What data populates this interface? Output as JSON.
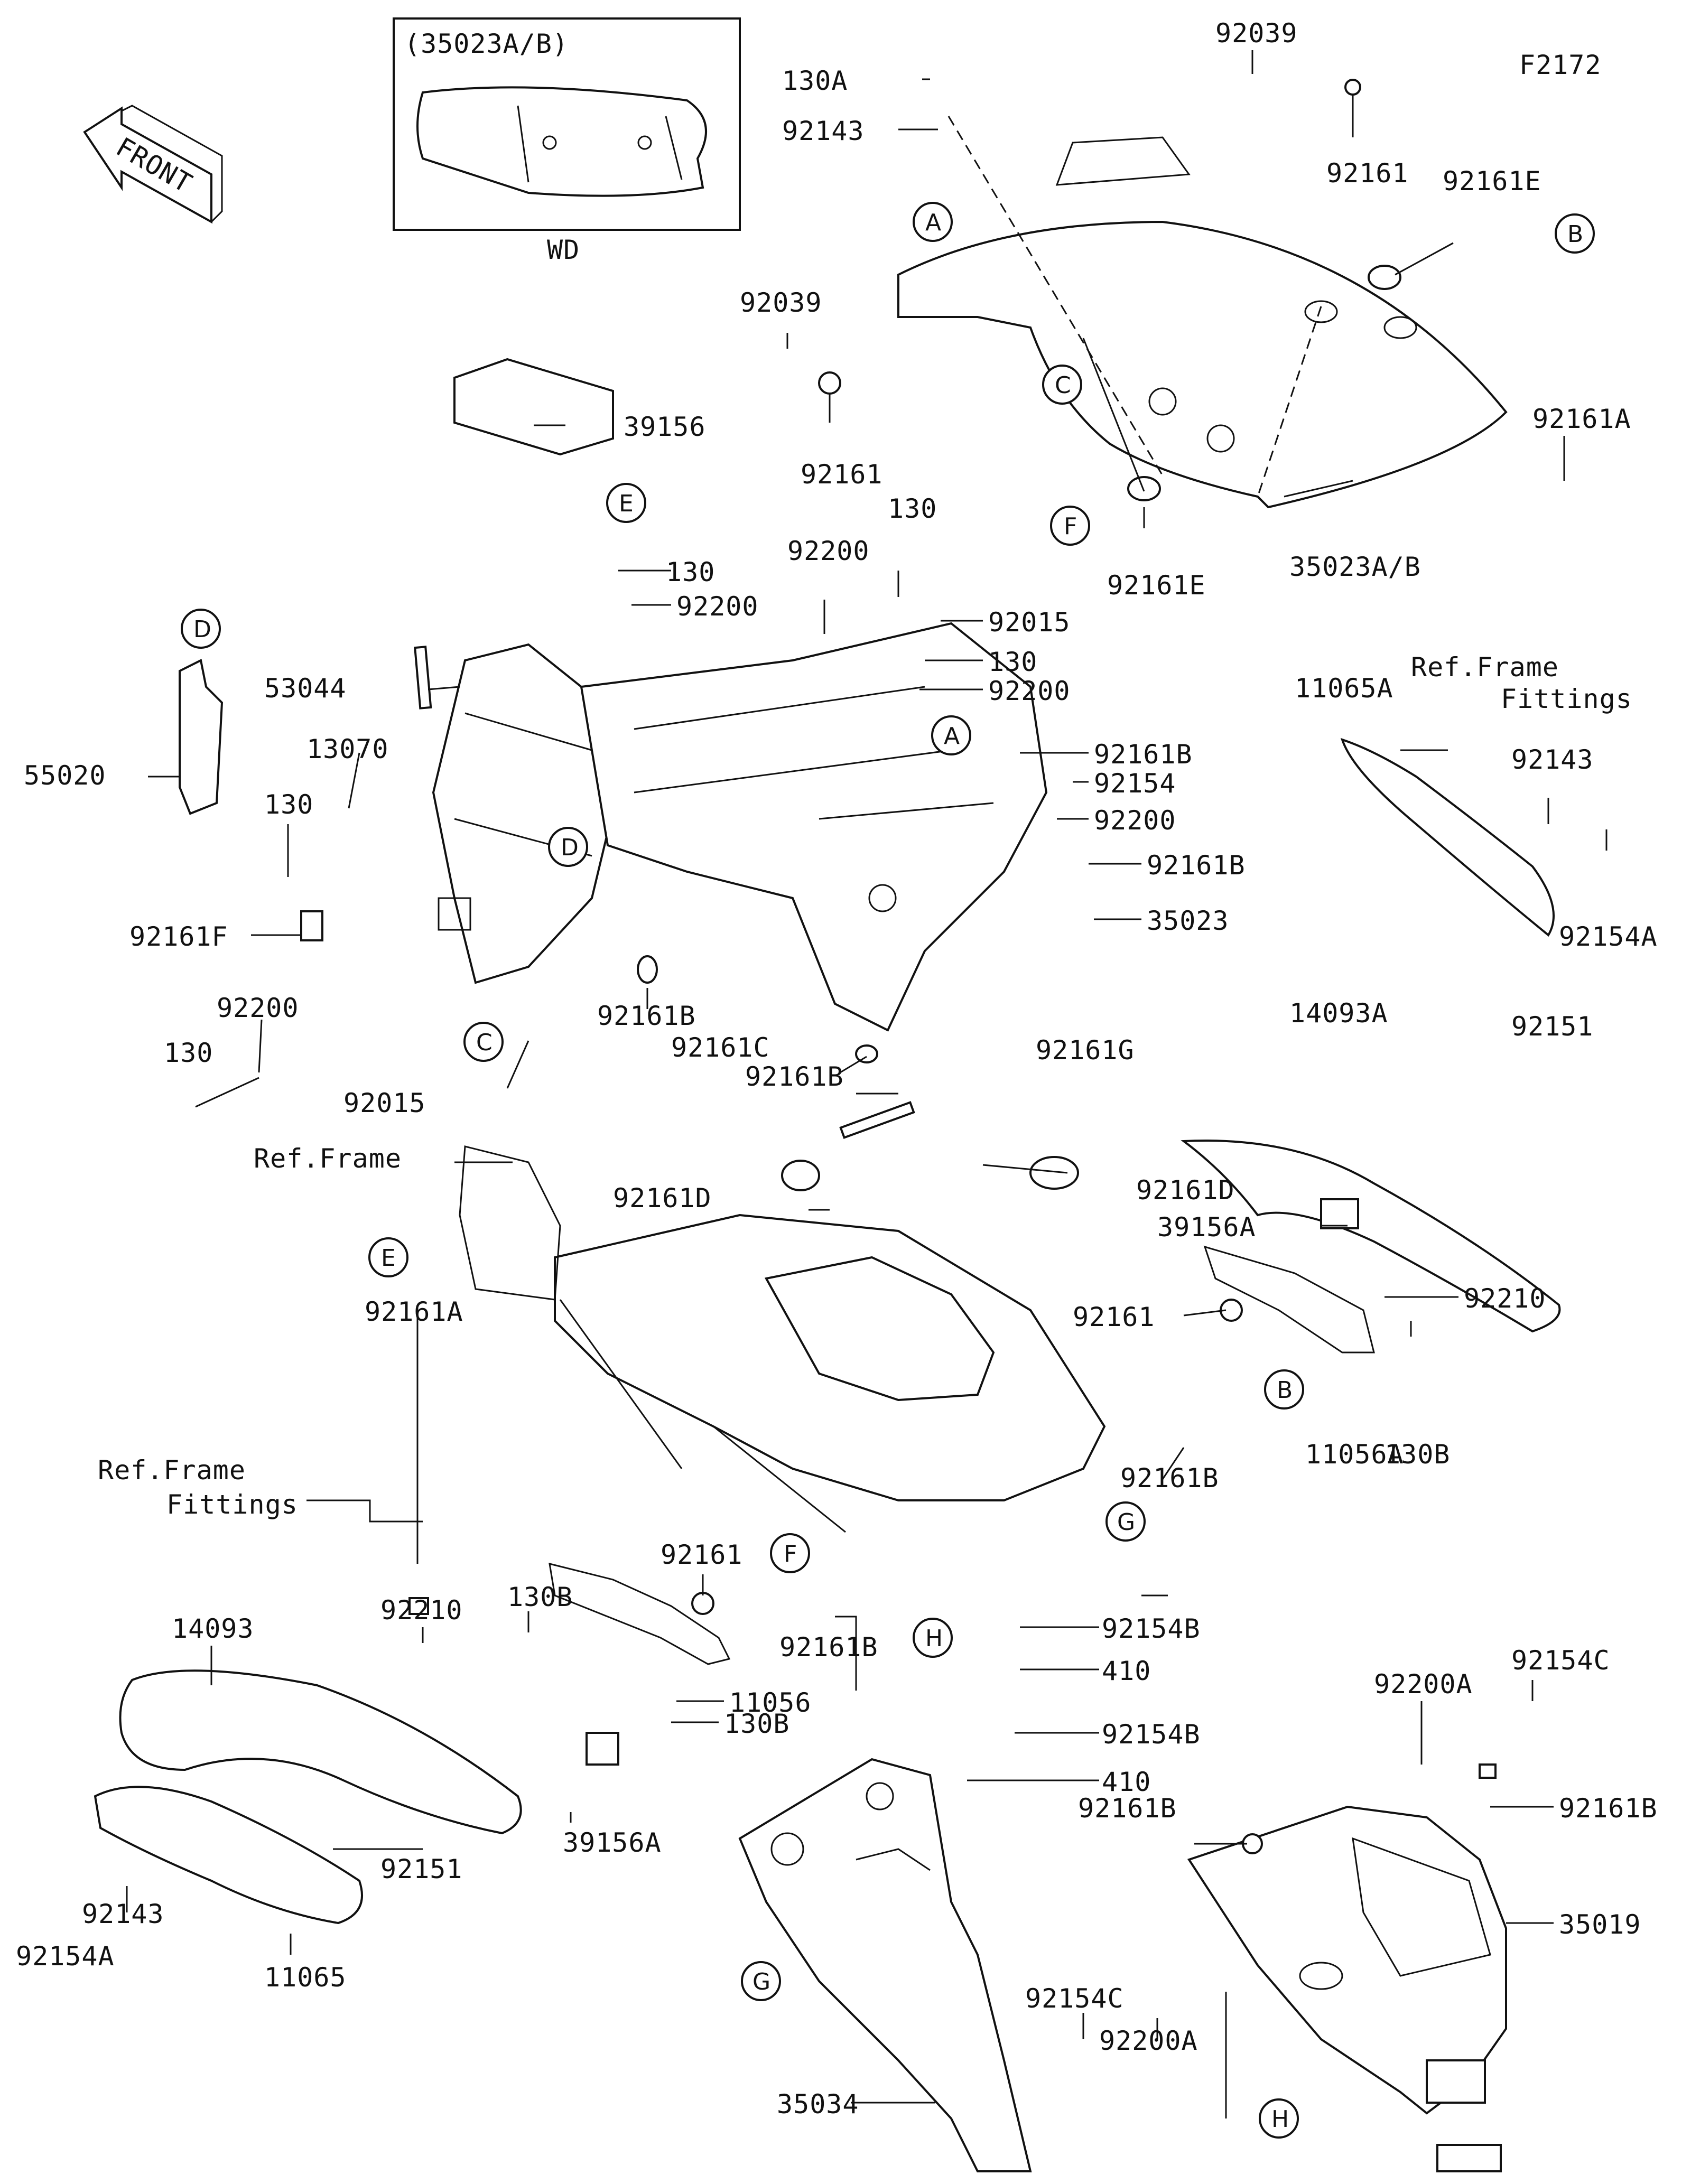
{
  "diagram_id": "F2172",
  "inset": {
    "code": "(35023A/B)",
    "caption": "WD"
  },
  "front_label": "FRONT",
  "callouts": [
    "A",
    "B",
    "C",
    "D",
    "E",
    "F",
    "G",
    "H"
  ],
  "labels": {
    "l130A": "130A",
    "l92143_top": "92143",
    "l92039_top": "92039",
    "l92161_top": "92161",
    "l92161E_top": "92161E",
    "l92039_left": "92039",
    "l92161_mid": "92161",
    "l92161E_mid": "92161E",
    "l35023AB": "35023A/B",
    "l92161A_r": "92161A",
    "lRefFrameFittings_r1": "Ref.Frame",
    "lRefFrameFittings_r2": "Fittings",
    "l39156_top": "39156",
    "l92200_a": "92200",
    "l130_a": "130",
    "l130_b": "130",
    "l92200_b": "92200",
    "l92015_a": "92015",
    "l130_c": "130",
    "l92200_c": "92200",
    "l53044": "53044",
    "l13070": "13070",
    "l55020": "55020",
    "l130_d": "130",
    "l92161F": "92161F",
    "l92161B_a": "92161B",
    "l92154": "92154",
    "l92200_d": "92200",
    "l92161B_b": "92161B",
    "l35023": "35023",
    "l11065A": "11065A",
    "l92143_r": "92143",
    "l92154A_r": "92154A",
    "l92200_e": "92200",
    "l130_e": "130",
    "l92015_b": "92015",
    "l92161B_c": "92161B",
    "l92161C": "92161C",
    "l92161B_d": "92161B",
    "l92161G": "92161G",
    "l14093A": "14093A",
    "l92151_r": "92151",
    "lRefFrame": "Ref.Frame",
    "l92161D_a": "92161D",
    "l92161D_b": "92161D",
    "l39156A_r": "39156A",
    "l92210_r": "92210",
    "l92161A_l": "92161A",
    "l92161_r": "92161",
    "l130B_r": "130B",
    "l11056A": "11056A",
    "l92161B_e": "92161B",
    "lRefFrameFittings_l1": "Ref.Frame",
    "lRefFrameFittings_l2": "Fittings",
    "l92161_b": "92161",
    "l130B_a": "130B",
    "l92161B_f": "92161B",
    "l14093": "14093",
    "l92210_l": "92210",
    "l11056": "11056",
    "l130B_b": "130B",
    "l92154B_a": "92154B",
    "l410_a": "410",
    "l92154B_b": "92154B",
    "l410_b": "410",
    "l92154C_a": "92154C",
    "l92200A_a": "92200A",
    "l92161B_g": "92161B",
    "l92161B_h": "92161B",
    "l35019": "35019",
    "l92154C_b": "92154C",
    "l92200A_b": "92200A",
    "l92151_l": "92151",
    "l39156A_l": "39156A",
    "l92143_l": "92143",
    "l92154A_l": "92154A",
    "l11065": "11065",
    "l35034": "35034"
  }
}
